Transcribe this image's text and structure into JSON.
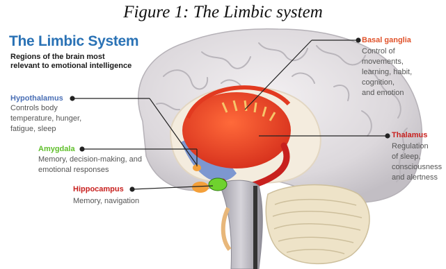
{
  "figure_caption": "Figure 1: The Limbic system",
  "title": "The Limbic System",
  "subtitle": "Regions of the brain most relevant to emotional intelligence",
  "colors": {
    "title": "#2a72b5",
    "hypothalamus": "#4a6fb5",
    "amygdala": "#5fbf2a",
    "hippocampus": "#c8201e",
    "basal_ganglia": "#e0522a",
    "thalamus": "#c8201e"
  },
  "regions": {
    "hypothalamus": {
      "name": "Hypothalamus",
      "desc": [
        "Controls body",
        "temperature, hunger,",
        "fatigue, sleep"
      ]
    },
    "amygdala": {
      "name": "Amygdala",
      "desc": [
        "Memory, decision-making, and",
        "emotional responses"
      ]
    },
    "hippocampus": {
      "name": "Hippocampus",
      "desc": [
        "Memory, navigation"
      ]
    },
    "basal_ganglia": {
      "name": "Basal ganglia",
      "desc": [
        "Control of",
        "movements,",
        "learning, habit,",
        "cognition,",
        "and emotion"
      ]
    },
    "thalamus": {
      "name": "Thalamus",
      "desc": [
        "Regulation",
        "of sleep,",
        "consciousness",
        "and alertness"
      ]
    }
  }
}
